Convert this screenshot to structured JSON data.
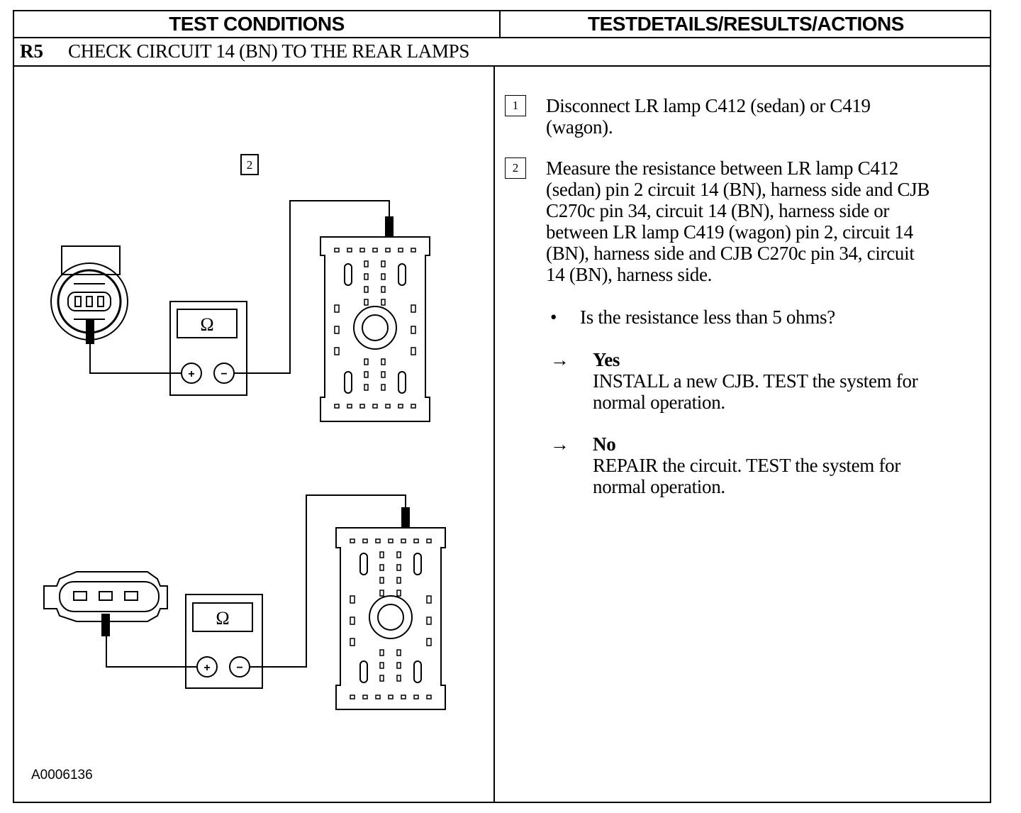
{
  "header": {
    "left": "TEST CONDITIONS",
    "right": "TESTDETAILS/RESULTS/ACTIONS"
  },
  "step": {
    "id": "R5",
    "title": "CHECK CIRCUIT 14 (BN) TO THE REAR LAMPS"
  },
  "diagram": {
    "callout": "2",
    "meter_symbol": "Ω",
    "plus_symbol": "+",
    "minus_symbol": "−",
    "figure_id": "A0006136"
  },
  "instructions": [
    {
      "number": "1",
      "lines": [
        "Disconnect LR lamp C412 (sedan) or C419",
        "(wagon)."
      ]
    },
    {
      "number": "2",
      "lines": [
        "Measure the resistance between LR lamp C412",
        "(sedan) pin 2 circuit 14 (BN), harness side and CJB",
        "C270c pin 34, circuit 14 (BN), harness side or",
        "between LR lamp C419 (wagon) pin 2, circuit 14",
        "(BN), harness side and CJB C270c pin 34, circuit",
        "14  (BN),  harness side."
      ]
    }
  ],
  "question": {
    "bullet": "•",
    "text": "Is the resistance less than 5 ohms?"
  },
  "outcomes": [
    {
      "arrow": "→",
      "label": "Yes",
      "lines": [
        "INSTALL a new CJB. TEST the system for",
        "normal operation."
      ]
    },
    {
      "arrow": "→",
      "label": "No",
      "lines": [
        "REPAIR the circuit. TEST the system for",
        "normal operation."
      ]
    }
  ]
}
